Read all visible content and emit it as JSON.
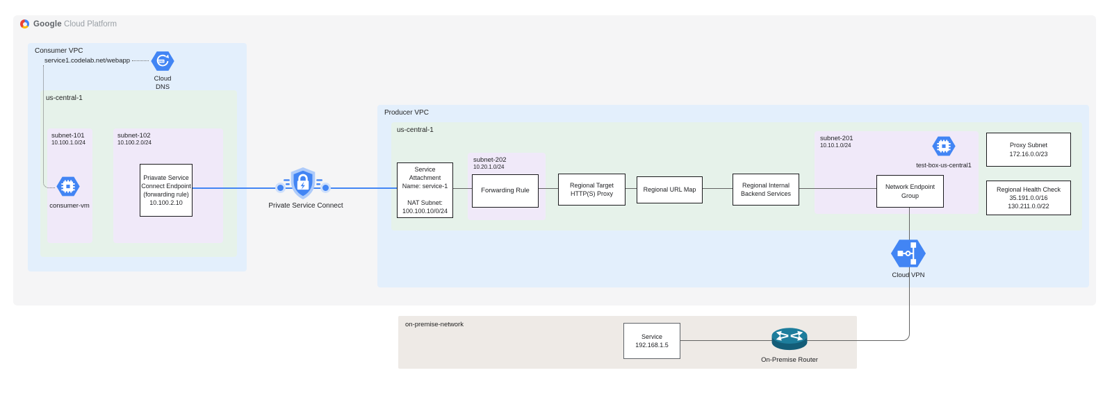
{
  "colors": {
    "vpc_blue": "#e3effc",
    "region_green": "#e6f2ea",
    "subnet_lavender": "#f0e9f9",
    "onprem_beige": "#eeeae6",
    "canvas_gray": "#f5f5f6",
    "icon_blue": "#4285f4",
    "connector_gray": "#616161",
    "connector_blue": "#4285f4",
    "router_teal": "#1d7d9c"
  },
  "header": {
    "brand_primary": "Google",
    "brand_secondary": "Cloud Platform"
  },
  "consumer_vpc": {
    "label": "Consumer VPC",
    "dns_record": "service1.codelab.net/webapp",
    "cloud_dns_label": "Cloud\nDNS",
    "region_label": "us-central-1",
    "subnet_101": {
      "name": "subnet-101",
      "cidr": "10.100.1.0/24",
      "vm_label": "consumer-vm"
    },
    "subnet_102": {
      "name": "subnet-102",
      "cidr": "10.100.2.0/24",
      "endpoint_text": "Priavate Service\nConnect Endpoint\n(forwarding rule)\n10.100.2.10"
    }
  },
  "psc": {
    "label": "Private Service Connect"
  },
  "producer_vpc": {
    "label": "Producer VPC",
    "region_label": "us-central-1",
    "service_attachment_text": "Service\nAttachment\nName: service-1\n\nNAT Subnet:\n100.100.10/0/24",
    "subnet_202": {
      "name": "subnet-202",
      "cidr": "10.20.1.0/24",
      "forwarding_rule": "Forwarding Rule"
    },
    "target_proxy": "Regional Target\nHTTP(S) Proxy",
    "url_map": "Regional URL Map",
    "backend_services": "Regional Internal\nBackend Services",
    "subnet_201": {
      "name": "subnet-201",
      "cidr": "10.10.1.0/24",
      "vm_label": "test-box-us-central1"
    },
    "neg": "Network Endpoint\nGroup",
    "proxy_subnet": "Proxy Subnet\n172.16.0.0/23",
    "health_check": "Regional Health Check\n35.191.0.0/16\n130.211.0.0/22",
    "cloud_vpn_label": "Cloud VPN"
  },
  "on_premise": {
    "label": "on-premise-network",
    "service_text": "Service\n192.168.1.5",
    "router_label": "On-Premise Router"
  }
}
